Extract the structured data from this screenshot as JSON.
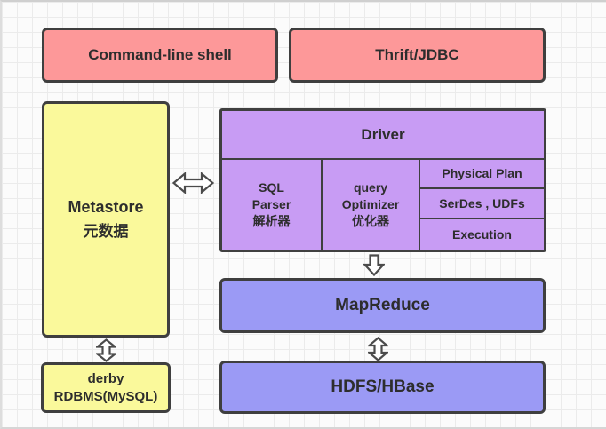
{
  "colors": {
    "pink": "#fd9899",
    "yellow": "#faf99b",
    "purple": "#c89cf4",
    "blue": "#9b9af5",
    "border": "#3f3f3f",
    "text": "#2d2d2d",
    "arrow": "#4b4b4b",
    "grid": "#ebebeb",
    "canvas-bg": "#fbfbfb"
  },
  "nodes": {
    "command_line_shell": {
      "label": "Command-line shell"
    },
    "thrift_jdbc": {
      "label": "Thrift/JDBC"
    },
    "metastore": {
      "name": "Metastore",
      "subtitle": "元数据"
    },
    "driver": {
      "title": "Driver",
      "sql_parser": {
        "l1": "SQL",
        "l2": "Parser",
        "l3": "解析器"
      },
      "query_optimizer": {
        "l1": "query",
        "l2": "Optimizer",
        "l3": "优化器"
      },
      "stages": {
        "physical_plan": "Physical Plan",
        "serdes_udfs": "SerDes , UDFs",
        "execution": "Execution"
      }
    },
    "mapreduce": {
      "label": "MapReduce"
    },
    "hdfs_hbase": {
      "label": "HDFS/HBase"
    },
    "derby": {
      "l1": "derby",
      "l2": "RDBMS(MySQL)"
    }
  },
  "icons": {
    "metastore-driver-arrow": "double-horizontal-arrow",
    "driver-mapreduce-arrow": "down-block-arrow",
    "mapreduce-hdfs-arrow": "double-vertical-arrow",
    "metastore-derby-arrow": "double-vertical-arrow"
  }
}
